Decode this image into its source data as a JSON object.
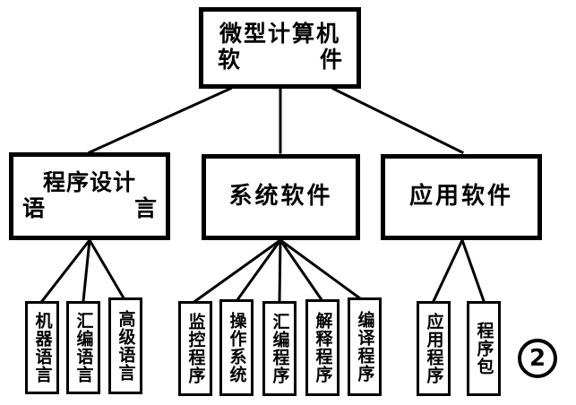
{
  "figure": {
    "number_label": "2",
    "root": {
      "line1": "微型计算机",
      "line2_left": "软",
      "line2_right": "件"
    },
    "level2": [
      {
        "id": "programming-languages",
        "line1": "程序设计",
        "line2_left": "语",
        "line2_right": "言"
      },
      {
        "id": "system-software",
        "single": "系统软件"
      },
      {
        "id": "application-software",
        "single": "应用软件"
      }
    ],
    "leaves": [
      {
        "id": "machine-language",
        "parent": "programming-languages",
        "label": "机器语言"
      },
      {
        "id": "assembly-language",
        "parent": "programming-languages",
        "label": "汇编语言"
      },
      {
        "id": "high-level-language",
        "parent": "programming-languages",
        "label": "高级语言"
      },
      {
        "id": "monitor-program",
        "parent": "system-software",
        "label": "监控程序"
      },
      {
        "id": "operating-system",
        "parent": "system-software",
        "label": "操作系统"
      },
      {
        "id": "assembler-program",
        "parent": "system-software",
        "label": "汇编程序"
      },
      {
        "id": "interpreter-program",
        "parent": "system-software",
        "label": "解释程序"
      },
      {
        "id": "compiler-program",
        "parent": "system-software",
        "label": "编译程序"
      },
      {
        "id": "application-program",
        "parent": "application-software",
        "label": "应用程序"
      },
      {
        "id": "program-package",
        "parent": "application-software",
        "label": "程序包"
      }
    ],
    "colors": {
      "ink": "#000000",
      "paper": "#ffffff"
    }
  }
}
